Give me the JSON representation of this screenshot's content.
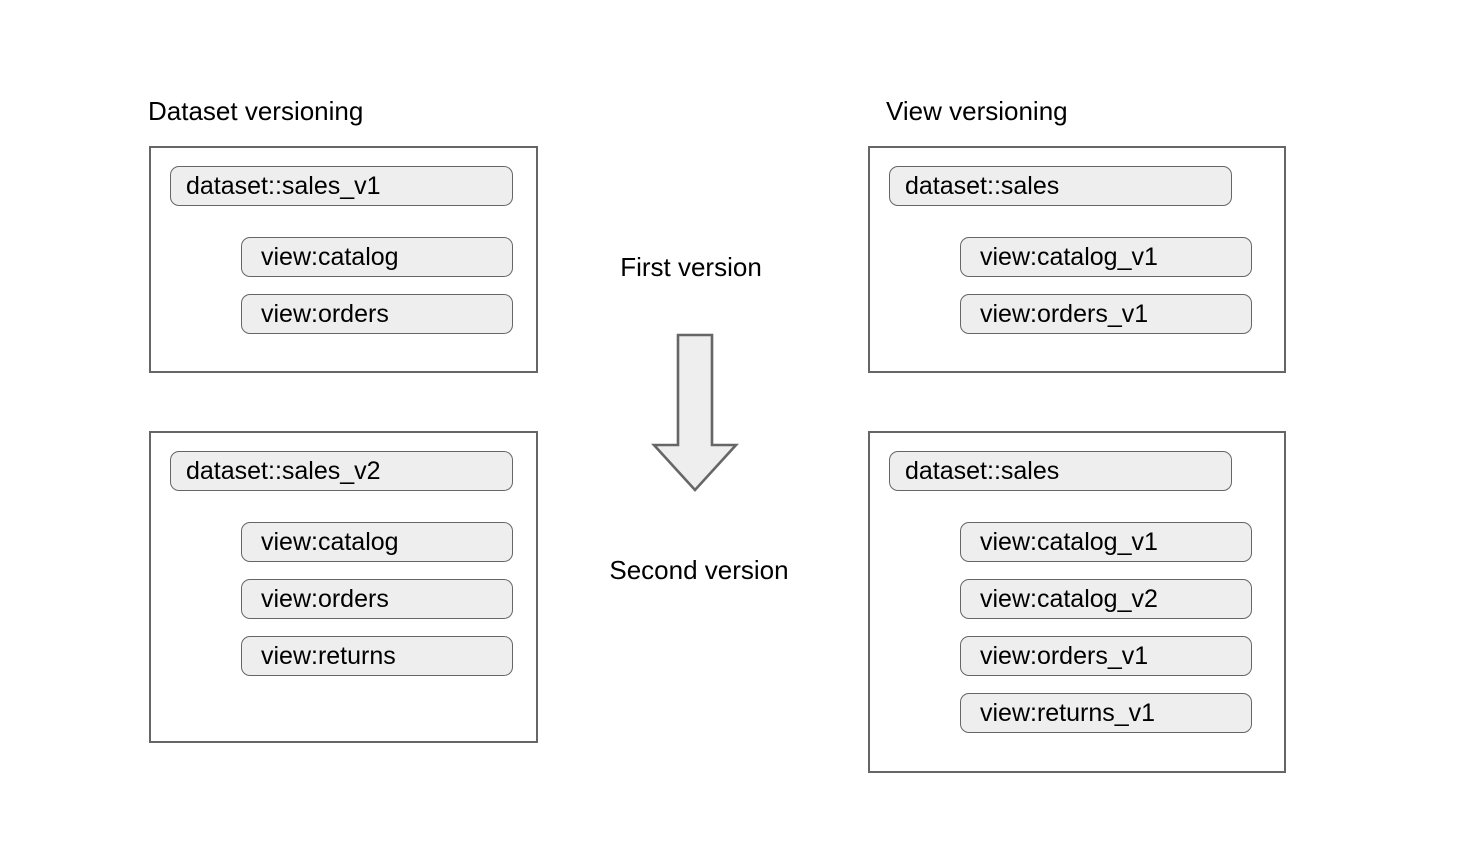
{
  "diagram": {
    "columns": [
      {
        "id": "dataset-versioning",
        "title": "Dataset versioning",
        "groups": [
          {
            "id": "dataset-v1",
            "dataset": "dataset::sales_v1",
            "views": [
              "view:catalog",
              "view:orders"
            ]
          },
          {
            "id": "dataset-v2",
            "dataset": "dataset::sales_v2",
            "views": [
              "view:catalog",
              "view:orders",
              "view:returns"
            ]
          }
        ]
      },
      {
        "id": "view-versioning",
        "title": "View versioning",
        "groups": [
          {
            "id": "view-v1",
            "dataset": "dataset::sales",
            "views": [
              "view:catalog_v1",
              "view:orders_v1"
            ]
          },
          {
            "id": "view-v2",
            "dataset": "dataset::sales",
            "views": [
              "view:catalog_v1",
              "view:catalog_v2",
              "view:orders_v1",
              "view:returns_v1"
            ]
          }
        ]
      }
    ],
    "center": {
      "first_label": "First version",
      "second_label": "Second version",
      "arrow_icon": "arrow-down-icon"
    },
    "colors": {
      "pill_fill": "#eeeeee",
      "pill_stroke": "#666666",
      "box_stroke": "#666666",
      "arrow_fill": "#eeeeee",
      "arrow_stroke": "#666666",
      "text": "#000000",
      "background": "#ffffff"
    }
  }
}
